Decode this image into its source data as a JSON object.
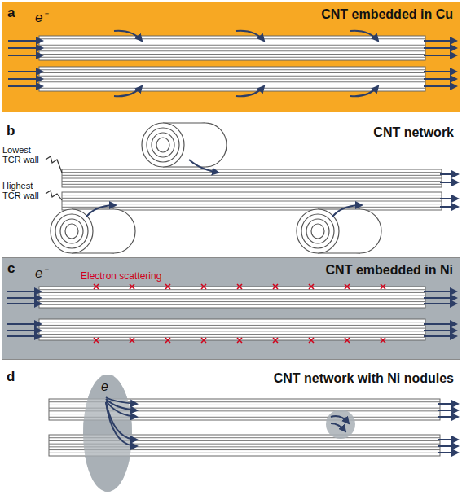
{
  "diagram": {
    "nodes": [
      {
        "text": [
          "a",
          "CNT embedded in Cu",
          "e⁻"
        ]
      },
      {
        "text": [
          "c",
          "CNT embedded in Ni",
          "e⁻",
          "Electron scattering"
        ]
      }
    ],
    "labels": [
      "b",
      "CNT network",
      "Lowest TCR wall",
      "Highest TCR wall",
      "d",
      "CNT network with Ni nodules",
      "e⁻"
    ]
  }
}
